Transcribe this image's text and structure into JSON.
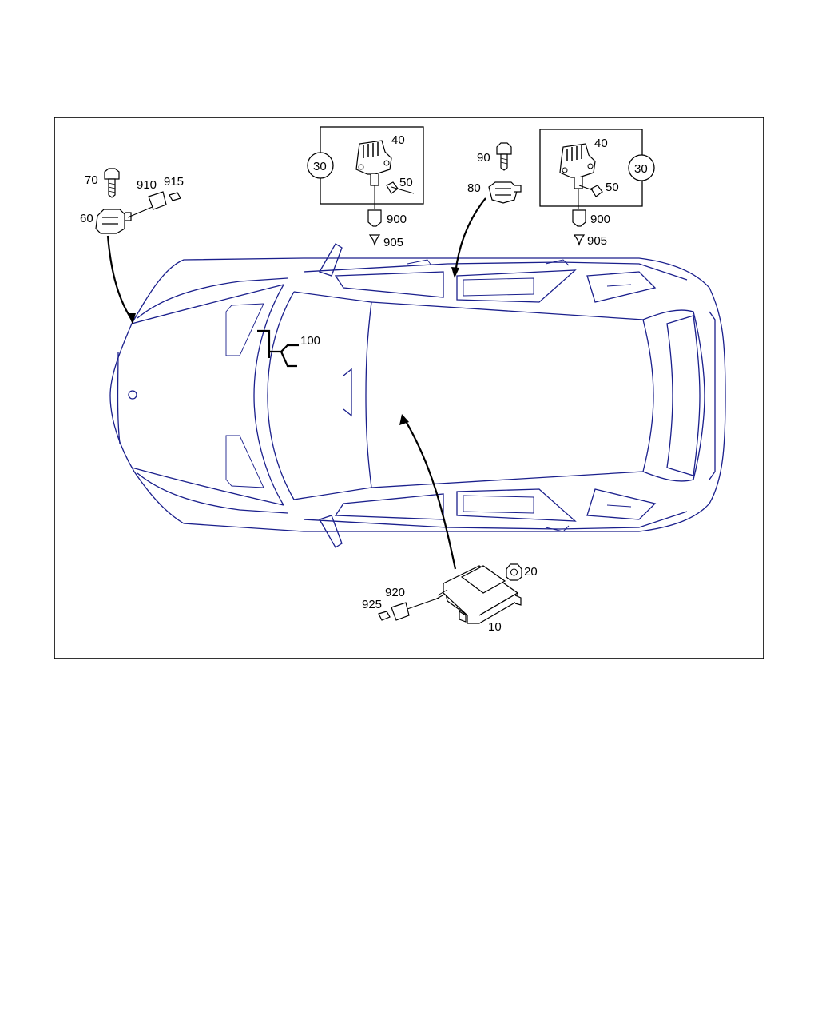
{
  "labels": {
    "control_unit": "10",
    "nut": "20",
    "callout_left": "30",
    "callout_right": "30",
    "sensor_left": "40",
    "sensor_right": "40",
    "rivet_left": "50",
    "rivet_right": "50",
    "front_sensor": "60",
    "front_bolt": "70",
    "side_sensor": "80",
    "side_bolt": "90",
    "wiring": "100",
    "conn_left_900": "900",
    "conn_left_905": "905",
    "conn_right_900": "900",
    "conn_right_905": "905",
    "conn_910": "910",
    "conn_915": "915",
    "conn_920": "920",
    "conn_925": "925"
  },
  "colors": {
    "vehicle_outline": "#1a1f8c",
    "parts": "#000000",
    "frame": "#000000"
  }
}
